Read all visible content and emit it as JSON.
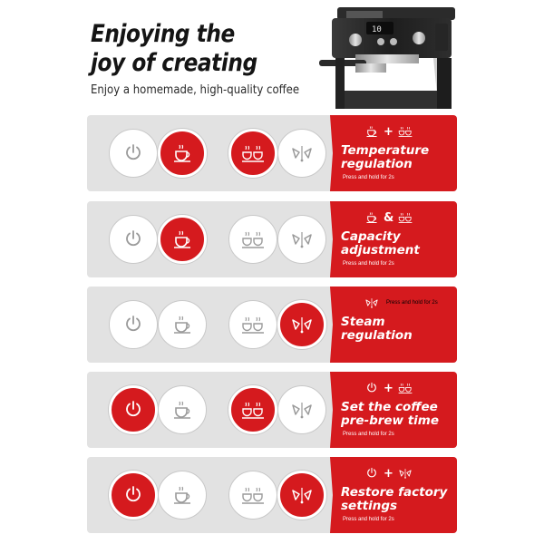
{
  "header": {
    "title_line1": "Enjoying the",
    "title_line2": "joy of creating",
    "subtitle": "Enjoy a homemade, high-quality coffee",
    "machine_display": "10"
  },
  "panels": [
    {
      "title_line1": "Temperature",
      "title_line2": "regulation",
      "operator": "+",
      "combo_icons": [
        "single-cup-icon",
        "double-cup-icon"
      ],
      "note": "Press and hold for 2s",
      "buttons": [
        {
          "icon": "power-icon",
          "active": false
        },
        {
          "icon": "single-cup-icon",
          "active": true
        },
        {
          "icon": "double-cup-icon",
          "active": true
        },
        {
          "icon": "steam-icon",
          "active": false
        }
      ]
    },
    {
      "title_line1": "Capacity",
      "title_line2": "adjustment",
      "operator": "&",
      "combo_icons": [
        "single-cup-icon",
        "double-cup-icon"
      ],
      "note": "Press and hold for 2s",
      "buttons": [
        {
          "icon": "power-icon",
          "active": false
        },
        {
          "icon": "single-cup-icon",
          "active": true
        },
        {
          "icon": "double-cup-icon",
          "active": false
        },
        {
          "icon": "steam-icon",
          "active": false
        }
      ]
    },
    {
      "title_line1": "Steam",
      "title_line2": "regulation",
      "operator": "",
      "combo_icons": [
        "steam-icon"
      ],
      "note": "Press and hold for 2s",
      "buttons": [
        {
          "icon": "power-icon",
          "active": false
        },
        {
          "icon": "single-cup-icon",
          "active": false
        },
        {
          "icon": "double-cup-icon",
          "active": false
        },
        {
          "icon": "steam-icon",
          "active": true
        }
      ]
    },
    {
      "title_line1": "Set the coffee",
      "title_line2": "pre-brew time",
      "operator": "+",
      "combo_icons": [
        "power-icon",
        "double-cup-icon"
      ],
      "note": "Press and hold for 2s",
      "buttons": [
        {
          "icon": "power-icon",
          "active": true
        },
        {
          "icon": "single-cup-icon",
          "active": false
        },
        {
          "icon": "double-cup-icon",
          "active": true
        },
        {
          "icon": "steam-icon",
          "active": false
        }
      ]
    },
    {
      "title_line1": "Restore factory",
      "title_line2": "settings",
      "operator": "+",
      "combo_icons": [
        "power-icon",
        "steam-icon"
      ],
      "note": "Press and hold for 2s",
      "buttons": [
        {
          "icon": "power-icon",
          "active": true
        },
        {
          "icon": "single-cup-icon",
          "active": false
        },
        {
          "icon": "double-cup-icon",
          "active": false
        },
        {
          "icon": "steam-icon",
          "active": true
        }
      ]
    }
  ],
  "colors": {
    "accent_red": "#d51a1e",
    "panel_gray": "#e2e2e2",
    "icon_gray": "#9a9a9a",
    "white": "#ffffff"
  }
}
